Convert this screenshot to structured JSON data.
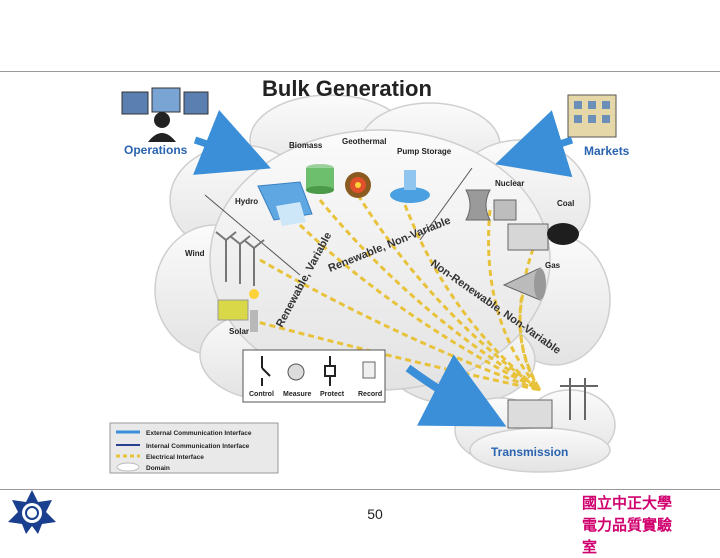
{
  "title": "Bulk Generation",
  "actors": {
    "operations": "Operations",
    "markets": "Markets",
    "transmission": "Transmission"
  },
  "sources": {
    "biomass": "Biomass",
    "geothermal": "Geothermal",
    "pump_storage": "Pump Storage",
    "hydro": "Hydro",
    "wind": "Wind",
    "solar": "Solar",
    "nuclear": "Nuclear",
    "coal": "Coal",
    "gas": "Gas"
  },
  "groups": {
    "renewable_variable_1": "Renewable, Non-Variable",
    "renewable_variable_2": "Renewable, Variable",
    "non_renewable": "Non-Renewable, Non-Variable"
  },
  "functions": {
    "control": "Control",
    "measure": "Measure",
    "protect": "Protect",
    "record": "Record"
  },
  "legend": {
    "external": "External Communication Interface",
    "internal": "Internal Communication Interface",
    "electrical": "Electrical Interface",
    "domain": "Domain"
  },
  "colors": {
    "accent_blue": "#2a63b0",
    "arrow_blue": "#3a8fd8",
    "electric_yellow": "#e8c23a",
    "footer_magenta": "#d0006f"
  },
  "footer": {
    "page_number": "50",
    "org_line1": "國立中正大學",
    "org_line2": "電力品質實驗",
    "org_line3": "室"
  }
}
